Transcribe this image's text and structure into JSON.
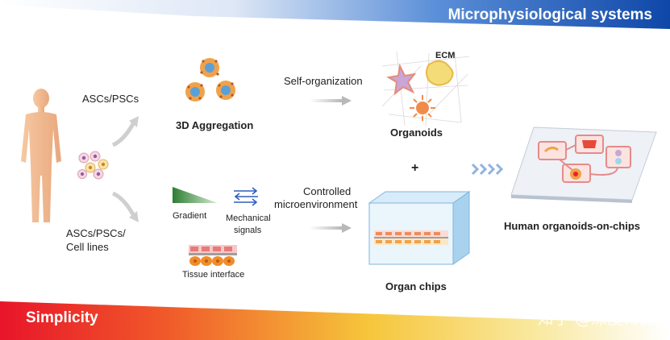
{
  "header": {
    "title": "Microphysiological systems"
  },
  "footer": {
    "title": "Simplicity",
    "watermark": "知乎 @深度博览"
  },
  "sources": {
    "top_label": "ASCs/PSCs",
    "bottom_label_line1": "ASCs/PSCs/",
    "bottom_label_line2": "Cell lines"
  },
  "aggregation": {
    "title": "3D Aggregation"
  },
  "self_org": {
    "label": "Self-organization"
  },
  "organoids": {
    "title": "Organoids",
    "ecm_label": "ECM"
  },
  "plus": "+",
  "cues": {
    "gradient": "Gradient",
    "mechanical_line1": "Mechanical",
    "mechanical_line2": "signals",
    "tissue_interface": "Tissue interface"
  },
  "controlled": {
    "line1": "Controlled",
    "line2": "microenvironment"
  },
  "organ_chips": {
    "title": "Organ chips"
  },
  "result": {
    "title": "Human organoids-on-chips"
  },
  "colors": {
    "accent_blue": "#1a56b8",
    "accent_red": "#e8232a",
    "accent_yellow": "#f4d23a"
  }
}
